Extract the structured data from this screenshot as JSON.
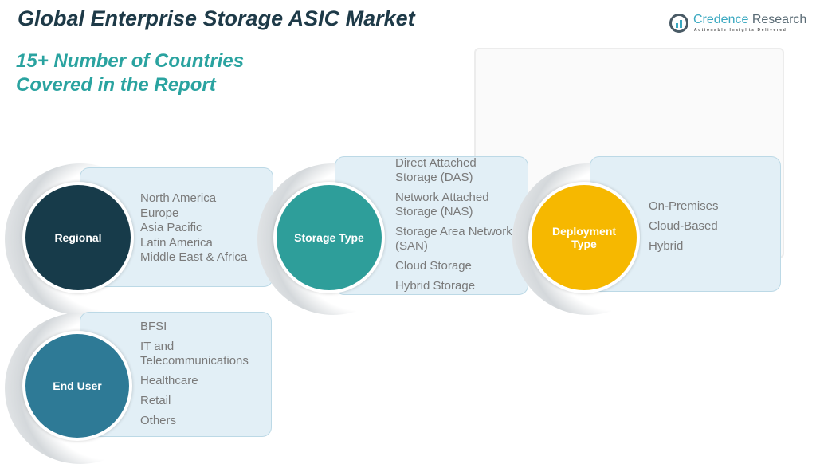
{
  "title": "Global Enterprise Storage ASIC Market",
  "subtitle": [
    "15+ Number of Countries",
    "Covered in the Report"
  ],
  "logo": {
    "name": "Credence",
    "name2": " Research",
    "tagline": "Actionable Insights Delivered"
  },
  "colors": {
    "regional": "#173b4a",
    "storage": "#2e9e9a",
    "deployment": "#f6b800",
    "enduser": "#2e7a96",
    "box": "#e2eff6"
  },
  "segments": {
    "regional": {
      "label": "Regional",
      "items": [
        "North America",
        "Europe",
        "Asia Pacific",
        "Latin America",
        "Middle East & Africa"
      ]
    },
    "storage": {
      "label": "Storage Type",
      "items": [
        "Direct Attached Storage (DAS)",
        "Network Attached Storage (NAS)",
        "Storage Area Network (SAN)",
        "Cloud Storage",
        "Hybrid Storage"
      ]
    },
    "deployment": {
      "label": "Deployment Type",
      "items": [
        "On-Premises",
        "Cloud-Based",
        "Hybrid"
      ]
    },
    "enduser": {
      "label": "End User",
      "items": [
        "BFSI",
        "IT and Telecommunications",
        "Healthcare",
        "Retail",
        "Others"
      ]
    }
  }
}
